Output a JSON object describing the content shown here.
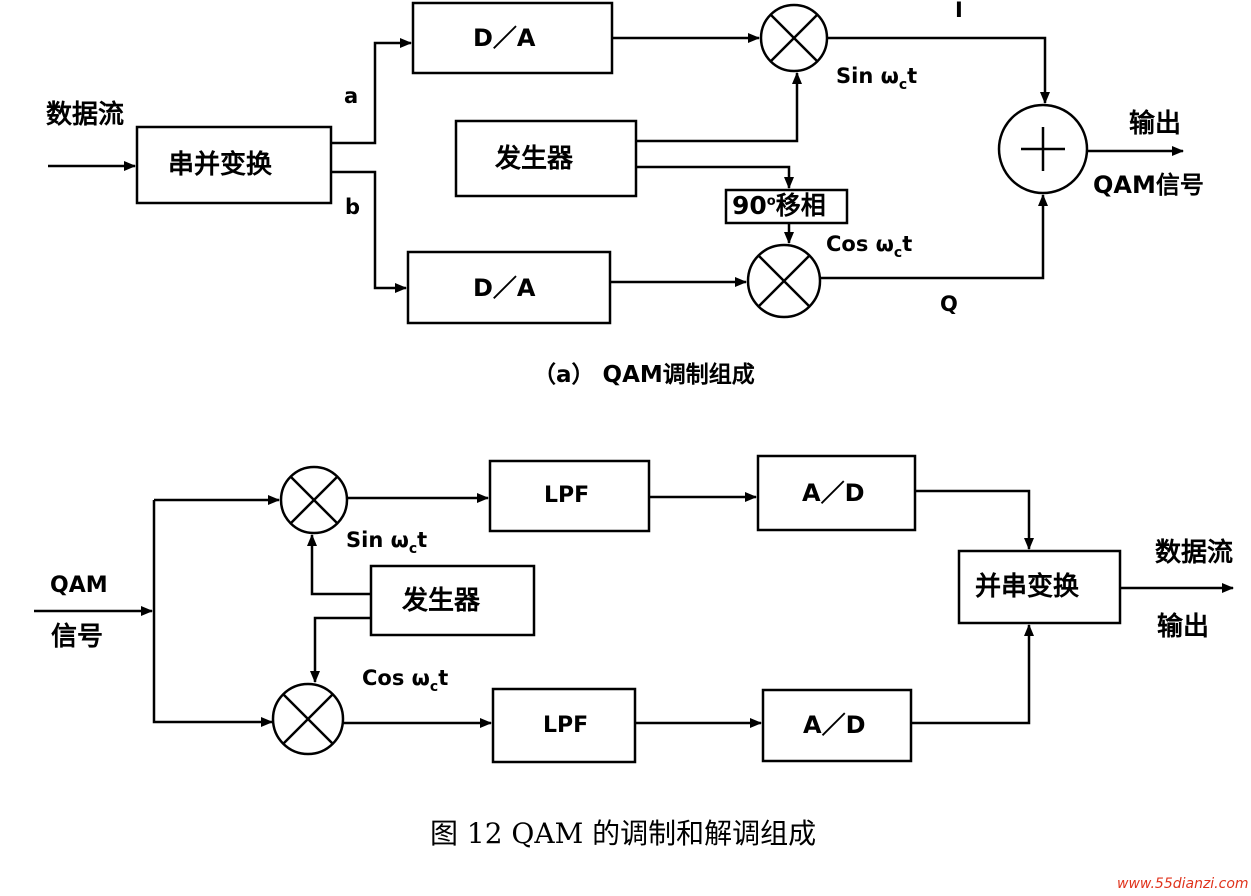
{
  "modulator": {
    "input_label": "数据流",
    "serial_parallel": "串并变换",
    "branch_a": "a",
    "branch_b": "b",
    "da_top": "D／A",
    "da_bottom": "D／A",
    "generator": "发生器",
    "phase_shift_num": "90",
    "phase_shift_sup": "o",
    "phase_shift_text": "移相",
    "i_label": "I",
    "q_label": "Q",
    "sin_label": "Sin ω",
    "cos_label": "Cos ω",
    "carrier_sub": "c",
    "carrier_t": "t",
    "output_label": "输出",
    "output_signal": "QAM信号",
    "caption": "（a）  QAM调制组成"
  },
  "demodulator": {
    "input_line1": "QAM",
    "input_line2": "信号",
    "generator": "发生器",
    "sin_label": "Sin ω",
    "cos_label": "Cos ω",
    "carrier_sub": "c",
    "carrier_t": "t",
    "lpf_top": "LPF",
    "lpf_bottom": "LPF",
    "ad_top": "A／D",
    "ad_bottom": "A／D",
    "parallel_serial": "并串变换",
    "output_line1": "数据流",
    "output_line2": "输出"
  },
  "figure_caption": "图 12   QAM 的调制和解调组成",
  "watermark": "www.55dianzi.com"
}
